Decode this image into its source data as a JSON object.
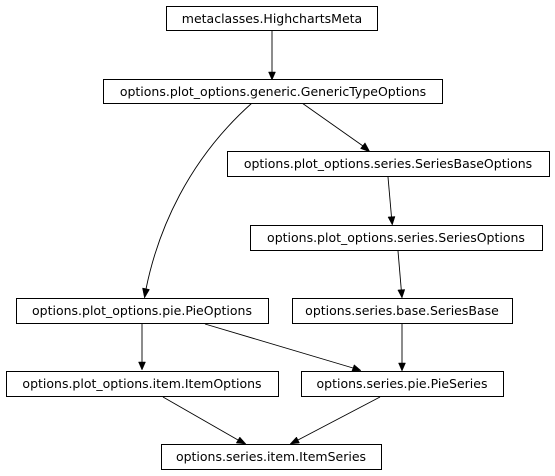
{
  "nodes": {
    "highcharts_meta": "metaclasses.HighchartsMeta",
    "generic_type_options": "options.plot_options.generic.GenericTypeOptions",
    "series_base_options": "options.plot_options.series.SeriesBaseOptions",
    "series_options": "options.plot_options.series.SeriesOptions",
    "pie_options": "options.plot_options.pie.PieOptions",
    "series_base": "options.series.base.SeriesBase",
    "item_options": "options.plot_options.item.ItemOptions",
    "pie_series": "options.series.pie.PieSeries",
    "item_series": "options.series.item.ItemSeries"
  },
  "edges": [
    {
      "from": "highcharts_meta",
      "to": "generic_type_options"
    },
    {
      "from": "generic_type_options",
      "to": "series_base_options"
    },
    {
      "from": "generic_type_options",
      "to": "pie_options"
    },
    {
      "from": "series_base_options",
      "to": "series_options"
    },
    {
      "from": "series_options",
      "to": "series_base"
    },
    {
      "from": "pie_options",
      "to": "item_options"
    },
    {
      "from": "pie_options",
      "to": "pie_series"
    },
    {
      "from": "series_base",
      "to": "pie_series"
    },
    {
      "from": "item_options",
      "to": "item_series"
    },
    {
      "from": "pie_series",
      "to": "item_series"
    }
  ]
}
